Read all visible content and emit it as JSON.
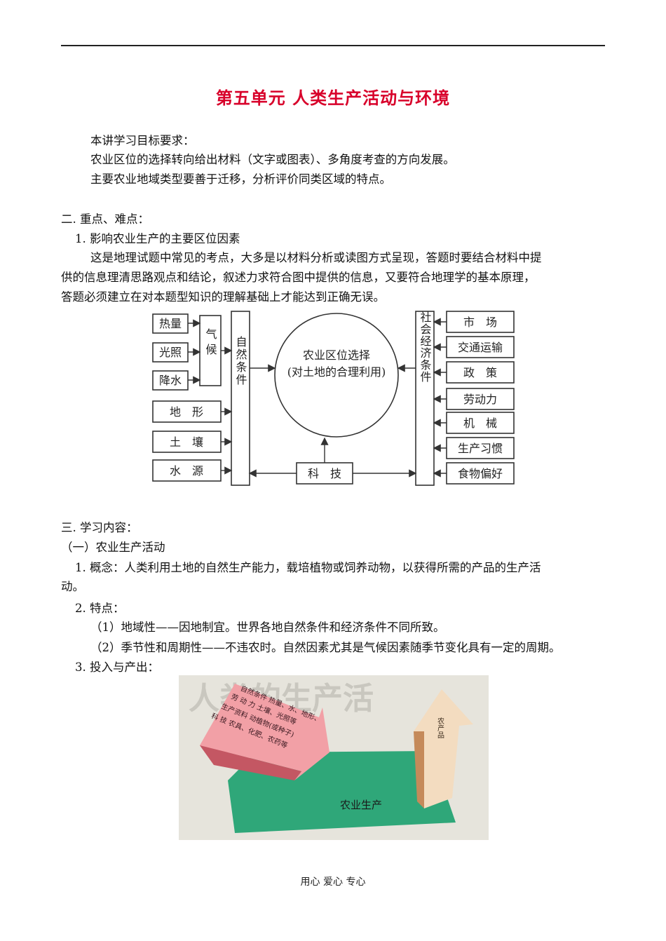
{
  "header": {
    "title": "第五单元  人类生产活动与环境"
  },
  "intro": {
    "heading": "本讲学习目标要求：",
    "lines": [
      "农业区位的选择转向给出材料（文字或图表）、多角度考查的方向发展。",
      "主要农业地域类型要善于迁移，分析评价同类区域的特点。"
    ]
  },
  "section2": {
    "heading": "二. 重点、难点：",
    "item1_title": "1. 影响农业生产的主要区位因素",
    "para": [
      "这是地理试题中常见的考点，大多是以材料分析或读图方式呈现，答题时要结合材料中提",
      "供的信息理清思路观点和结论，叙述力求符合图中提供的信息，又要符合地理学的基本原理，",
      "答题必须建立在对本题型知识的理解基础上才能达到正确无误。"
    ]
  },
  "diagram": {
    "left_items": [
      "热量",
      "光照",
      "降水",
      "地　形",
      "土　壤",
      "水　源"
    ],
    "climate_label": "气候",
    "natural_label": "自然条件",
    "center_line1": "农业区位选择",
    "center_line2": "(对土地的合理利用)",
    "tech_label": "科　技",
    "social_label": "社会经济条件",
    "right_items": [
      "市　场",
      "交通运输",
      "政　策",
      "劳动力",
      "机　械",
      "生产习惯",
      "食物偏好"
    ]
  },
  "section3": {
    "heading": "三. 学习内容：",
    "sub1": "（一）农业生产活动",
    "concept_line1": "1. 概念：人类利用土地的自然生产能力，载培植物或饲养动物，以获得所需的产品的生产活",
    "concept_line2": "动。",
    "features_title": "2. 特点：",
    "feature1": "（1）地域性——因地制宜。世界各地自然条件和经济条件不同所致。",
    "feature2": "（2）季节性和周期性——不违农时。自然因素尤其是气候因素随季节变化具有一定的周期。",
    "io_title": "3. 投入与产出："
  },
  "figure2": {
    "bg_text": "人类的生产活",
    "input_lines": [
      "自然条件 热量、水、地形、",
      "劳 动 力  土壤、光照等",
      "生产资料 动植物(或种子)",
      "科    技  农具、化肥、农药等"
    ],
    "center_label": "农业生产",
    "output_label": "农产品"
  },
  "footer": {
    "text": "用心  爱心  专心"
  }
}
